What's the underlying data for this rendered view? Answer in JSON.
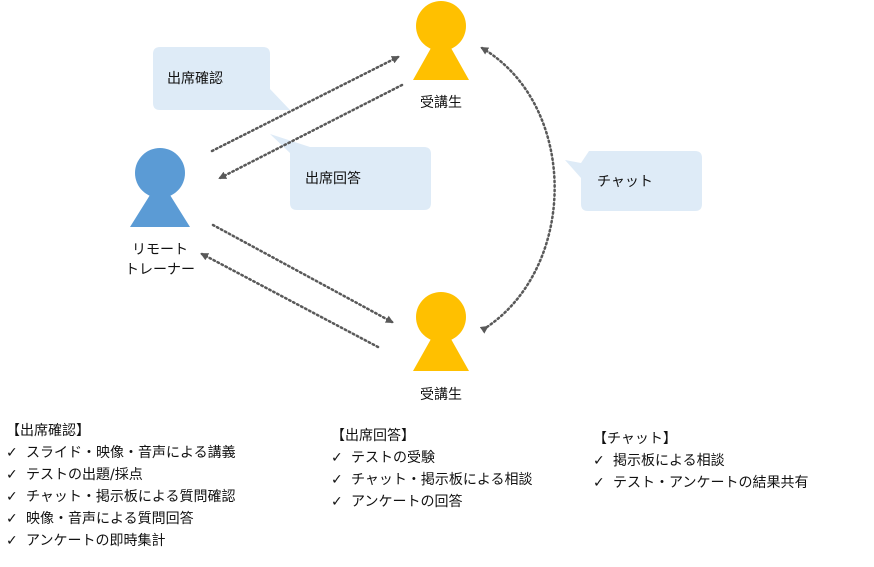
{
  "colors": {
    "trainer": "#5b9bd5",
    "student": "#ffc000",
    "bubble": "#deebf7",
    "arrow": "#595959"
  },
  "nodes": {
    "trainer": {
      "lines": [
        "リモート",
        "トレーナー"
      ],
      "icon": "person-icon"
    },
    "student_top": {
      "label": "受講生",
      "icon": "person-icon"
    },
    "student_bottom": {
      "label": "受講生",
      "icon": "person-icon"
    }
  },
  "bubbles": {
    "attendance_check": "出席確認",
    "attendance_reply": "出席回答",
    "chat": "チャット"
  },
  "lists": {
    "attendance_check": {
      "heading": "【出席確認】",
      "check_mark": "✓",
      "items": [
        "スライド・映像・音声による講義",
        "テストの出題/採点",
        "チャット・掲示板による質問確認",
        "映像・音声による質問回答",
        "アンケートの即時集計"
      ]
    },
    "attendance_reply": {
      "heading": "【出席回答】",
      "check_mark": "✓",
      "items": [
        "テストの受験",
        "チャット・掲示板による相談",
        "アンケートの回答"
      ]
    },
    "chat": {
      "heading": "【チャット】",
      "check_mark": "✓",
      "items": [
        "掲示板による相談",
        "テスト・アンケートの結果共有"
      ]
    }
  }
}
